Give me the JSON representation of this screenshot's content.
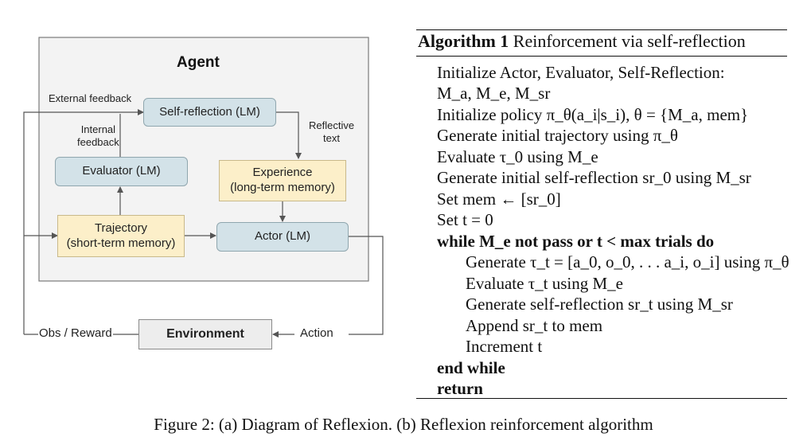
{
  "diagram": {
    "agent_title": "Agent",
    "external_feedback": "External feedback",
    "internal_feedback_line1": "Internal",
    "internal_feedback_line2": "feedback",
    "reflective_text_line1": "Reflective",
    "reflective_text_line2": "text",
    "self_reflection": "Self-reflection (LM)",
    "evaluator": "Evaluator (LM)",
    "experience_line1": "Experience",
    "experience_line2": "(long-term memory)",
    "trajectory_line1": "Trajectory",
    "trajectory_line2": "(short-term memory)",
    "actor": "Actor (LM)",
    "environment": "Environment",
    "obs_reward": "Obs / Reward",
    "action": "Action"
  },
  "algorithm": {
    "title_bold": "Algorithm 1",
    "title_rest": "Reinforcement via self-reflection",
    "lines": [
      "Initialize Actor, Evaluator, Self-Reflection:",
      "M_a, M_e, M_sr",
      "Initialize policy π_θ(a_i|s_i), θ = {M_a, mem}",
      "Generate initial trajectory using π_θ",
      "Evaluate τ_0 using M_e",
      "Generate initial self-reflection sr_0 using M_sr",
      "Set mem ← [sr_0]",
      "Set t = 0",
      "while M_e not pass or t < max trials do",
      "Generate τ_t = [a_0, o_0, . . . a_i, o_i] using π_θ",
      "Evaluate τ_t using M_e",
      "Generate self-reflection sr_t using M_sr",
      "Append sr_t to mem",
      "Increment t",
      "end while",
      "return"
    ]
  },
  "caption": "Figure 2: (a) Diagram of Reflexion. (b) Reflexion reinforcement algorithm"
}
